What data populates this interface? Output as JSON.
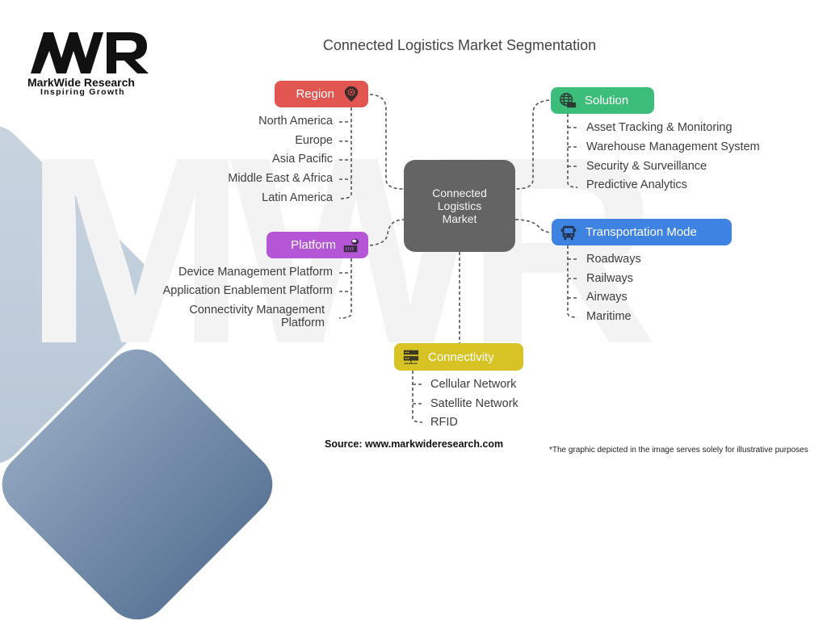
{
  "logo": {
    "name": "MarkWide Research",
    "tagline": "Inspiring Growth",
    "mark": "MWR"
  },
  "title": "Connected Logistics Market Segmentation",
  "center": {
    "lines": [
      "Connected",
      "Logistics",
      "Market"
    ]
  },
  "segments": {
    "region": {
      "label": "Region",
      "icon": "map-pin-gear-icon",
      "color": "#e25652",
      "items": [
        "North America",
        "Europe",
        "Asia Pacific",
        "Middle East & Africa",
        "Latin America"
      ]
    },
    "solution": {
      "label": "Solution",
      "icon": "globe-truck-icon",
      "color": "#3dbd7a",
      "items": [
        "Asset Tracking & Monitoring",
        "Warehouse Management System",
        "Security & Surveillance",
        "Predictive Analytics"
      ]
    },
    "platform": {
      "label": "Platform",
      "icon": "container-crane-icon",
      "color": "#b456d6",
      "items": [
        "Device Management Platform",
        "Application Enablement Platform",
        "Connectivity Management",
        "Platform"
      ]
    },
    "transport": {
      "label": "Transportation Mode",
      "icon": "bus-icon",
      "color": "#3f83e2",
      "items": [
        "Roadways",
        "Railways",
        "Airways",
        "Maritime"
      ]
    },
    "connectivity": {
      "label": "Connectivity",
      "icon": "server-network-icon",
      "color": "#d8c325",
      "items": [
        "Cellular Network",
        "Satellite Network",
        "RFID"
      ]
    }
  },
  "footer": {
    "source": "Source: www.markwideresearch.com",
    "note": "*The graphic depicted in the image serves solely for illustrative purposes"
  }
}
